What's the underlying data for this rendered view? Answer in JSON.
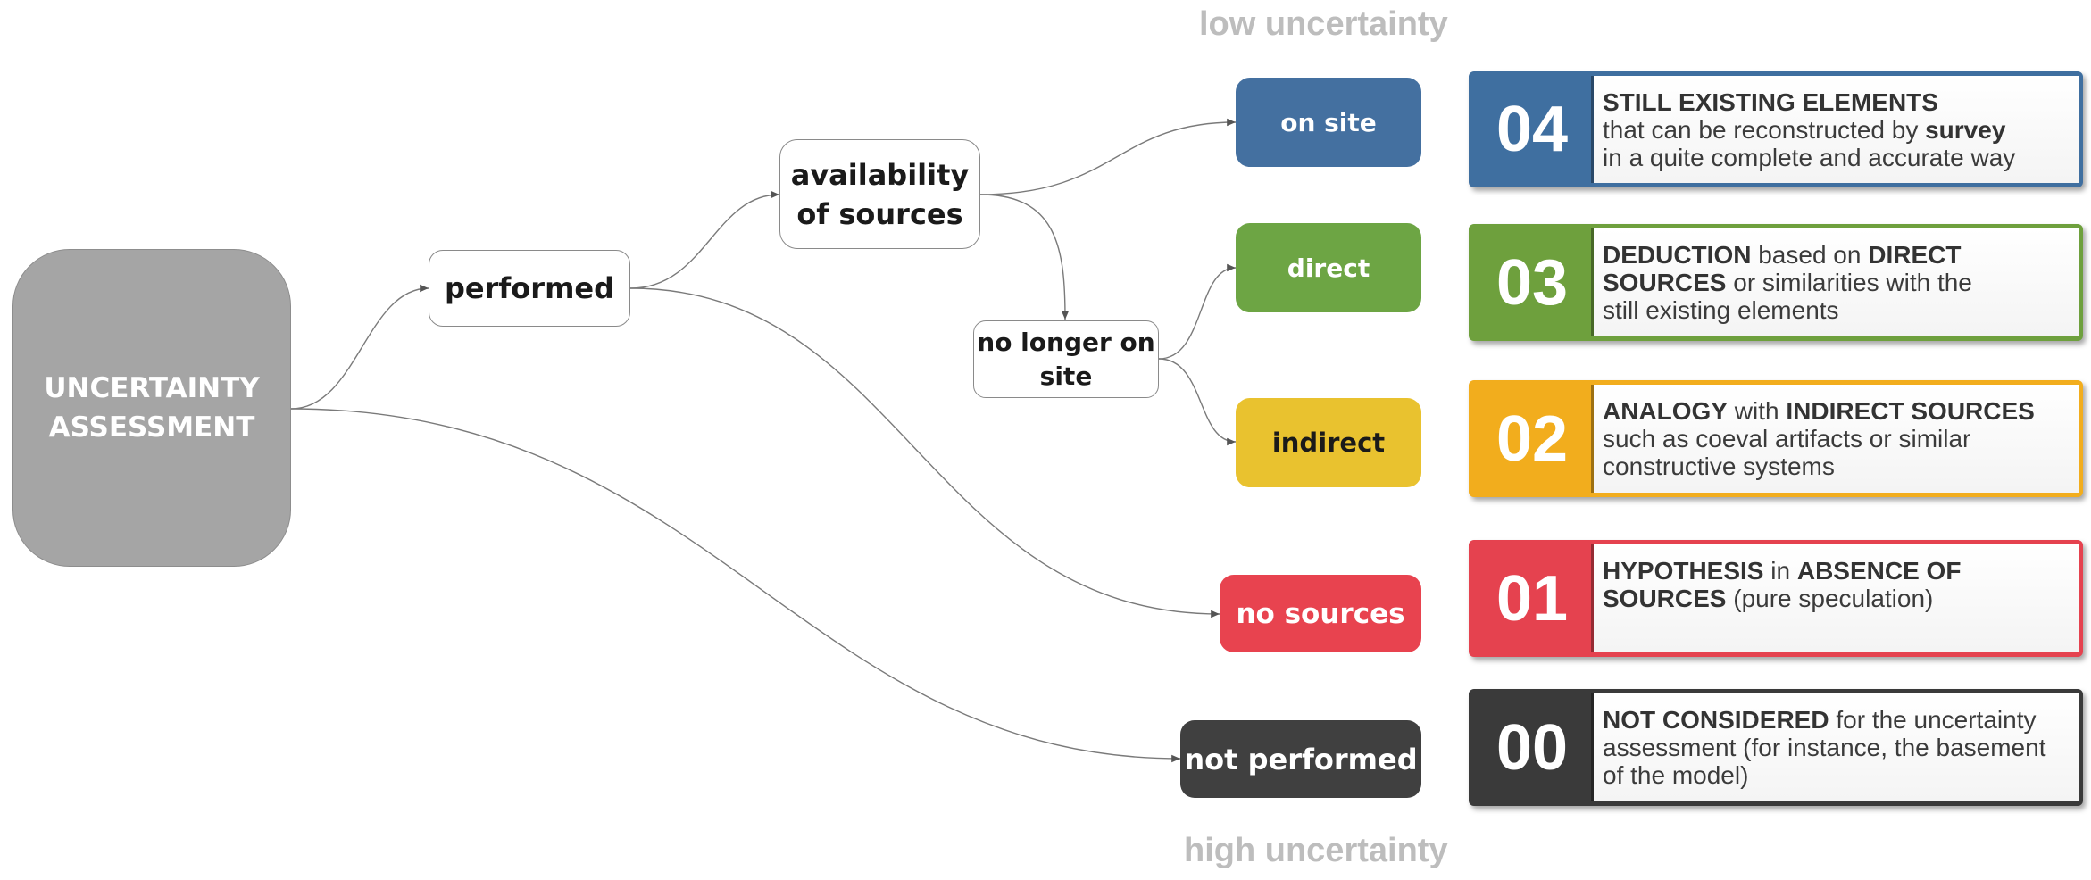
{
  "labels": {
    "top": "low uncertainty",
    "bottom": "high uncertainty"
  },
  "nodes": {
    "root": "UNCERTAINTY\nASSESSMENT",
    "performed": "performed",
    "availability": "availability\nof sources",
    "no_longer": "no longer on\nsite",
    "on_site": "on site",
    "direct": "direct",
    "indirect": "indirect",
    "no_sources": "no sources",
    "not_performed": "not performed"
  },
  "levels": [
    {
      "number": "04",
      "color": "#3f6fa0",
      "parts": [
        {
          "t": "STILL EXISTING ELEMENTS",
          "b": true
        },
        {
          "t": "\nthat can be reconstructed by ",
          "b": false
        },
        {
          "t": "survey",
          "b": true
        },
        {
          "t": "\nin a quite complete and accurate way",
          "b": false
        }
      ]
    },
    {
      "number": "03",
      "color": "#6ea03d",
      "parts": [
        {
          "t": "DEDUCTION",
          "b": true
        },
        {
          "t": " based on ",
          "b": false
        },
        {
          "t": "DIRECT\nSOURCES",
          "b": true
        },
        {
          "t": " or similarities with the\nstill existing elements",
          "b": false
        }
      ]
    },
    {
      "number": "02",
      "color": "#f2ad1d",
      "parts": [
        {
          "t": "ANALOGY",
          "b": true
        },
        {
          "t": " with ",
          "b": false
        },
        {
          "t": "INDIRECT SOURCES",
          "b": true
        },
        {
          "t": "\nsuch as coeval artifacts or similar\nconstructive systems",
          "b": false
        }
      ]
    },
    {
      "number": "01",
      "color": "#e5424f",
      "parts": [
        {
          "t": "HYPOTHESIS",
          "b": true
        },
        {
          "t": " in ",
          "b": false
        },
        {
          "t": "ABSENCE OF\nSOURCES",
          "b": true
        },
        {
          "t": " (pure speculation)",
          "b": false
        }
      ]
    },
    {
      "number": "00",
      "color": "#3a3a3a",
      "parts": [
        {
          "t": "NOT CONSIDERED",
          "b": true
        },
        {
          "t": " for the uncertainty\nassessment (for instance, the basement\nof the model)",
          "b": false
        }
      ]
    }
  ],
  "colors": {
    "on_site": "#4470a0",
    "direct": "#6da544",
    "indirect": "#e9c22f",
    "no_sources": "#e8434f",
    "not_performed": "#404040",
    "root": "#a5a5a5"
  }
}
